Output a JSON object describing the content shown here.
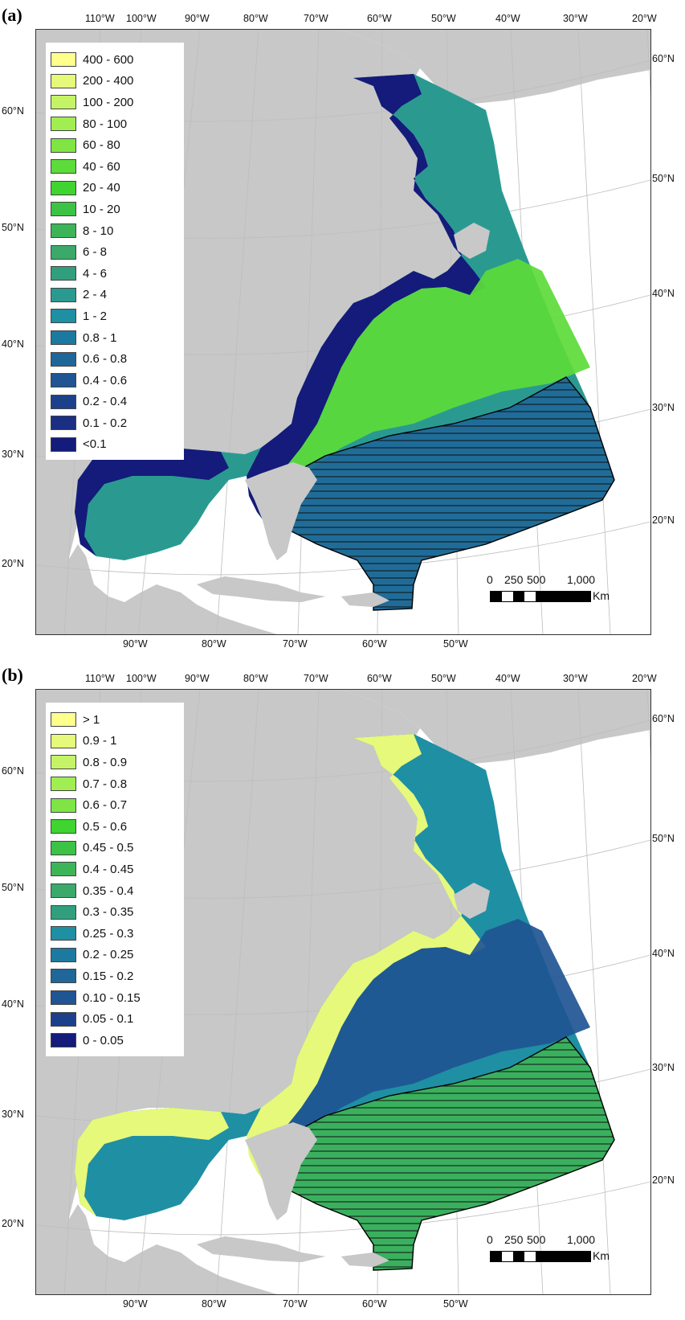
{
  "panels": [
    {
      "letter": "(a)",
      "legend": [
        {
          "label": "400 - 600",
          "color": "#ffff8c"
        },
        {
          "label": "200 - 400",
          "color": "#e6f97a"
        },
        {
          "label": "100 - 200",
          "color": "#c4f466"
        },
        {
          "label": "80 - 100",
          "color": "#a0ee52"
        },
        {
          "label": "60 - 80",
          "color": "#7ee544"
        },
        {
          "label": "40 - 60",
          "color": "#5cdb3a"
        },
        {
          "label": "20 - 40",
          "color": "#3fd42f"
        },
        {
          "label": "10 - 20",
          "color": "#3cc244"
        },
        {
          "label": "8 - 10",
          "color": "#3db457"
        },
        {
          "label": "6 - 8",
          "color": "#3aa96a"
        },
        {
          "label": "4 - 6",
          "color": "#319f7e"
        },
        {
          "label": "2 - 4",
          "color": "#2a9a91"
        },
        {
          "label": "1 - 2",
          "color": "#1f8fa4"
        },
        {
          "label": "0.8 - 1",
          "color": "#1c7aa0"
        },
        {
          "label": "0.6 - 0.8",
          "color": "#1f6799"
        },
        {
          "label": "0.4 - 0.6",
          "color": "#1f5592"
        },
        {
          "label": "0.2 - 0.4",
          "color": "#1d408b"
        },
        {
          "label": "0.1 - 0.2",
          "color": "#1a2e84"
        },
        {
          "label": "<0.1",
          "color": "#141b7a"
        }
      ],
      "ocean_color": "#2a9a91",
      "shelf_color": "#141b7a",
      "slope_color": "#5cdb3a",
      "deep_color": "#1f6799"
    },
    {
      "letter": "(b)",
      "legend": [
        {
          "label": "> 1",
          "color": "#ffff8c"
        },
        {
          "label": "0.9 - 1",
          "color": "#e6f97a"
        },
        {
          "label": "0.8 - 0.9",
          "color": "#c4f466"
        },
        {
          "label": "0.7 - 0.8",
          "color": "#a0ee52"
        },
        {
          "label": "0.6 - 0.7",
          "color": "#7ee544"
        },
        {
          "label": "0.5 - 0.6",
          "color": "#3fd42f"
        },
        {
          "label": "0.45 - 0.5",
          "color": "#3cc244"
        },
        {
          "label": "0.4 - 0.45",
          "color": "#3db457"
        },
        {
          "label": "0.35 - 0.4",
          "color": "#3aa96a"
        },
        {
          "label": "0.3 - 0.35",
          "color": "#319f7e"
        },
        {
          "label": "0.25 - 0.3",
          "color": "#1f8fa4"
        },
        {
          "label": "0.2 - 0.25",
          "color": "#1c7aa0"
        },
        {
          "label": "0.15 - 0.2",
          "color": "#1f6799"
        },
        {
          "label": "0.10 - 0.15",
          "color": "#1f5592"
        },
        {
          "label": "0.05 - 0.1",
          "color": "#1d408b"
        },
        {
          "label": "0 - 0.05",
          "color": "#141b7a"
        }
      ],
      "ocean_color": "#1f8fa4",
      "shelf_color": "#e6f97a",
      "slope_color": "#1f5592",
      "deep_color": "#3db457"
    }
  ],
  "axes": {
    "top_lon": [
      "110°W",
      "100°W",
      "90°W",
      "80°W",
      "70°W",
      "60°W",
      "50°W",
      "40°W",
      "30°W",
      "20°W"
    ],
    "bottom_lon": [
      "90°W",
      "80°W",
      "70°W",
      "60°W",
      "50°W"
    ],
    "left_lat": [
      "60°N",
      "50°N",
      "40°N",
      "30°N",
      "20°N"
    ],
    "right_lat": [
      "60°N",
      "50°N",
      "40°N",
      "30°N",
      "20°N"
    ]
  },
  "scalebar": {
    "labels": [
      "0",
      "250",
      "500",
      "1,000"
    ],
    "unit": "Km"
  },
  "colors": {
    "land": "#c8c8c8",
    "hatch": "#111111",
    "graticule": "#bdbdbd"
  }
}
